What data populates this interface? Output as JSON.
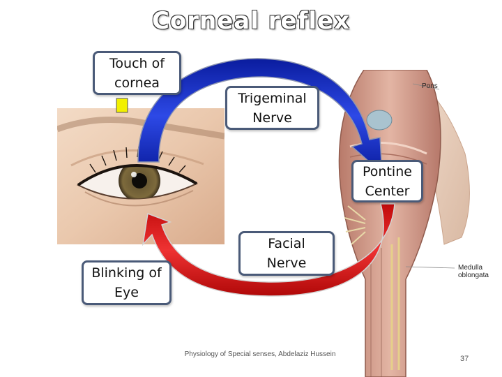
{
  "title": "Corneal reflex",
  "boxes": {
    "touch": "Touch of cornea",
    "trigeminal": "Trigeminal Nerve",
    "pontine": "Pontine Center",
    "facial": "Facial Nerve",
    "blinking": "Blinking of Eye"
  },
  "anatomy_labels": {
    "pons": "Pons",
    "medulla_1": "Medulla",
    "medulla_2": "oblongata"
  },
  "footer": {
    "caption": "Physiology of Special senses, Abdelaziz Hussein",
    "page_number": "37"
  },
  "colors": {
    "afferent_arrow": "#1530c8",
    "efferent_arrow": "#d81010",
    "box_border": "#4a5a78",
    "touch_marker": "#f2f000"
  }
}
